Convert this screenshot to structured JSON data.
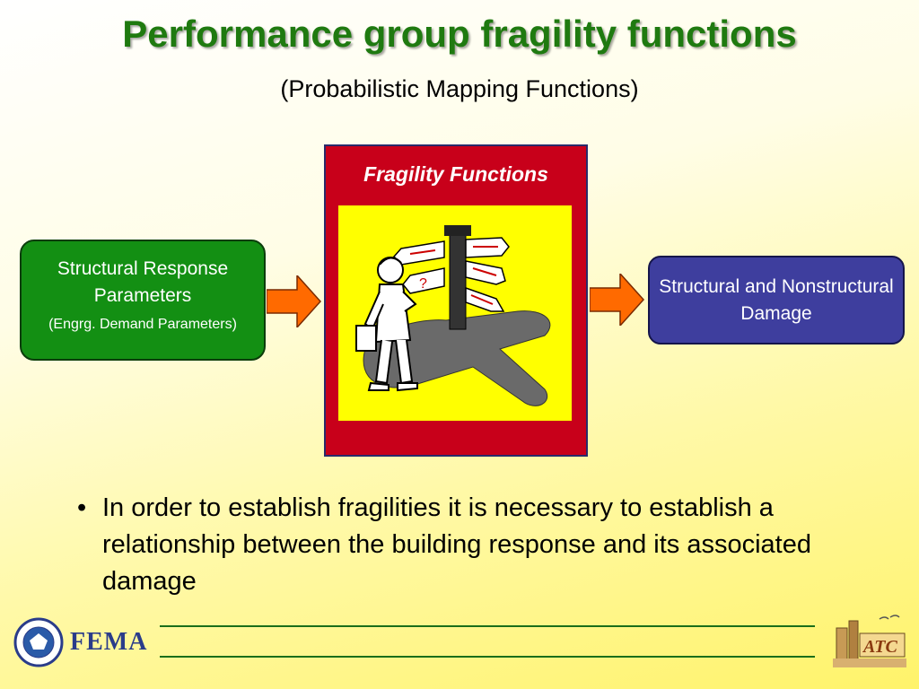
{
  "slide": {
    "title": "Performance group fragility functions",
    "subtitle": "(Probabilistic Mapping Functions)"
  },
  "diagram": {
    "left_box": {
      "main": "Structural Response Parameters",
      "sub": "(Engrg. Demand Parameters)"
    },
    "center_box": {
      "title": "Fragility Functions",
      "illustration": "confused-man-at-signpost-icon"
    },
    "right_box": {
      "main": "Structural and Nonstructural Damage"
    }
  },
  "bullets": [
    "In order to establish fragilities it is necessary to establish a relationship between the building response and its associated damage"
  ],
  "footer": {
    "left_logo_text": "FEMA",
    "right_logo_text": "ATC"
  },
  "colors": {
    "title_green": "#1f7a10",
    "left_box": "#138f13",
    "right_box": "#3e3e9e",
    "center_frame": "#c8001a",
    "center_inner": "#ffff00",
    "arrow": "#ff6a00"
  }
}
